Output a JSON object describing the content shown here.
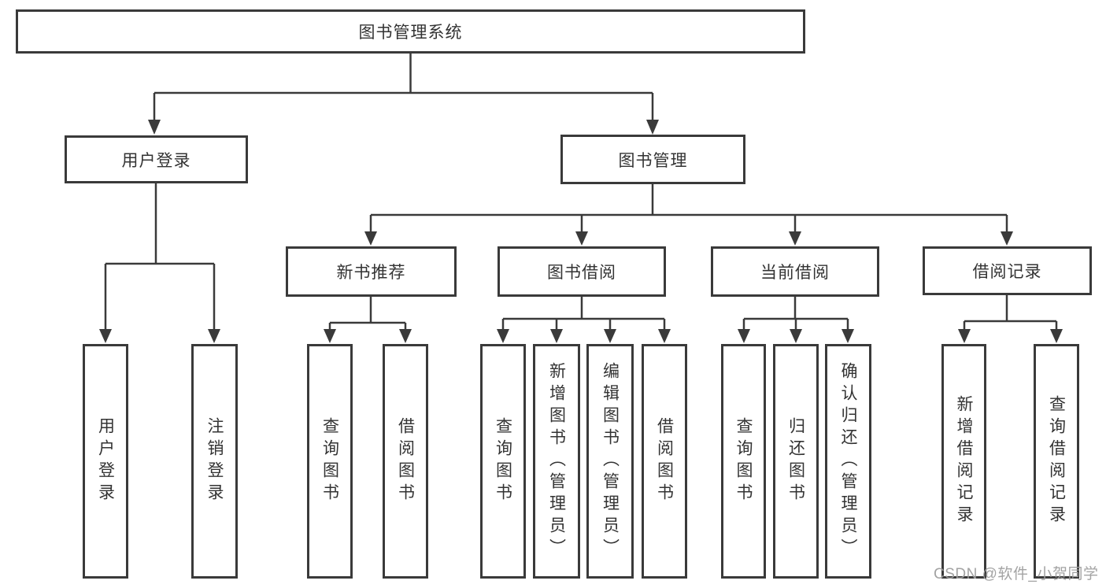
{
  "diagram": {
    "title": "图书管理系统",
    "branches": [
      {
        "label": "用户登录",
        "children": [
          {
            "label": "用户登录"
          },
          {
            "label": "注销登录"
          }
        ]
      },
      {
        "label": "图书管理",
        "children": [
          {
            "label": "新书推荐",
            "children": [
              {
                "label": "查询图书"
              },
              {
                "label": "借阅图书"
              }
            ]
          },
          {
            "label": "图书借阅",
            "children": [
              {
                "label": "查询图书"
              },
              {
                "label": "新增图书（管理员）"
              },
              {
                "label": "编辑图书（管理员）"
              },
              {
                "label": "借阅图书"
              }
            ]
          },
          {
            "label": "当前借阅",
            "children": [
              {
                "label": "查询图书"
              },
              {
                "label": "归还图书"
              },
              {
                "label": "确认归还（管理员）"
              }
            ]
          },
          {
            "label": "借阅记录",
            "children": [
              {
                "label": "新增借阅记录"
              },
              {
                "label": "查询借阅记录"
              }
            ]
          }
        ]
      }
    ]
  },
  "watermark": "CSDN @软件_小贺同学",
  "colors": {
    "line": "#3a3a3a",
    "text": "#333333",
    "background": "#ffffff",
    "watermark": "#9e9e9e"
  }
}
